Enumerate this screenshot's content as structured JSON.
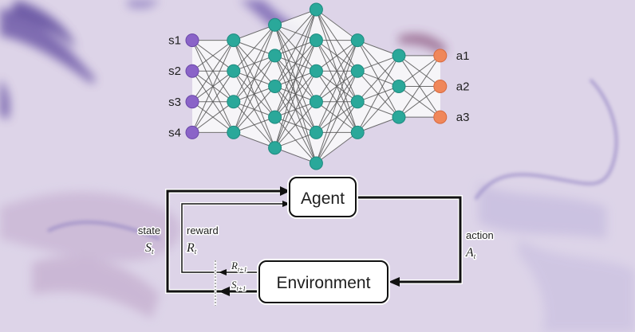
{
  "colors": {
    "background": "#dcd3e6",
    "input_node": "#8a63c8",
    "hidden_node": "#2aa89a",
    "output_node": "#f0875a",
    "edge": "#555555",
    "box_fill": "#ffffff",
    "line": "#111111"
  },
  "network": {
    "layers": [
      {
        "role": "input",
        "size": 4,
        "labels": [
          "s1",
          "s2",
          "s3",
          "s4"
        ]
      },
      {
        "role": "hidden",
        "size": 4
      },
      {
        "role": "hidden",
        "size": 5
      },
      {
        "role": "hidden",
        "size": 6
      },
      {
        "role": "hidden",
        "size": 4
      },
      {
        "role": "hidden",
        "size": 3
      },
      {
        "role": "output",
        "size": 3,
        "labels": [
          "a1",
          "a2",
          "a3"
        ]
      }
    ]
  },
  "rl_loop": {
    "agent_label": "Agent",
    "environment_label": "Environment",
    "state_label": "state",
    "state_symbol": "S",
    "state_sub": "t",
    "reward_label": "reward",
    "reward_symbol": "R",
    "reward_sub": "t",
    "action_label": "action",
    "action_symbol": "A",
    "action_sub": "t",
    "next_reward_symbol": "R",
    "next_reward_sub": "t+1",
    "next_state_symbol": "S",
    "next_state_sub": "t+1"
  }
}
